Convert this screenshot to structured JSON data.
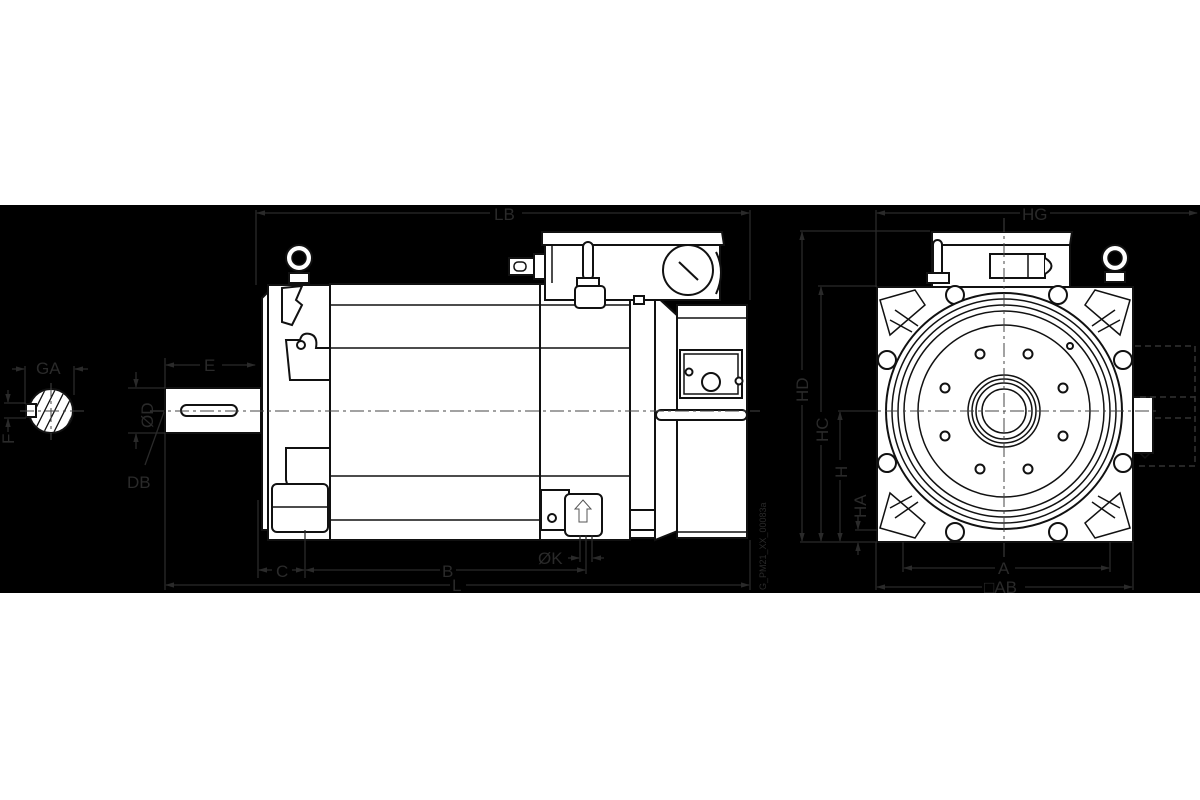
{
  "drawing": {
    "title": "Motor dimension drawing",
    "drawing_id": "G_PM21_XX_00083a",
    "colors": {
      "background_band": "#000000",
      "page": "#ffffff",
      "line": "#111111",
      "fill": "#ffffff",
      "dimension": "#2a2a2a"
    }
  },
  "shaft_section": {
    "labels": {
      "GA": "GA",
      "F": "F"
    }
  },
  "side_view": {
    "labels": {
      "LB": "LB",
      "E": "E",
      "D": "ØD",
      "DB": "DB",
      "C": "C",
      "B": "B",
      "L": "L",
      "K": "ØK"
    }
  },
  "end_view": {
    "labels": {
      "HG": "HG",
      "HD": "HD",
      "HC": "HC",
      "H": "H",
      "HA": "HA",
      "A": "A",
      "AB": "□AB"
    }
  }
}
